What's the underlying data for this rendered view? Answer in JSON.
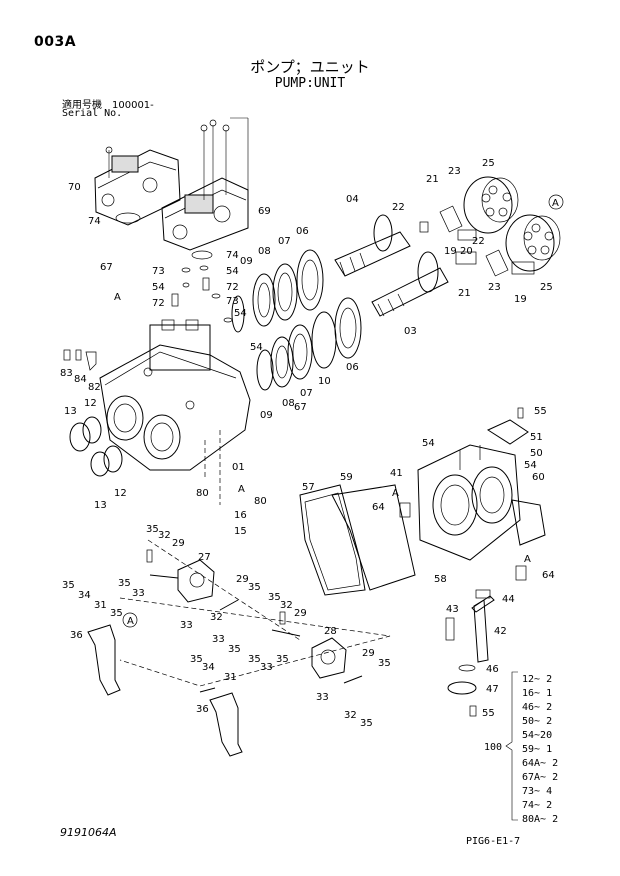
{
  "header": {
    "page_code": "003A",
    "title_jp": "ポンプ；ユニット",
    "title_en": "PUMP:UNIT",
    "serial_label_jp": "適用号機　100001-",
    "serial_label_en": "Serial No."
  },
  "footer": {
    "drawing_number": "9191064A",
    "page_ref": "PIG6-E1-7"
  },
  "callouts": {
    "c70": "70",
    "c74a": "74",
    "c69": "69",
    "c74b": "74",
    "c73a": "73",
    "c54a": "54",
    "c72a": "72",
    "c72b": "72",
    "c73b": "73",
    "c54b": "54",
    "c67a": "67",
    "cA1": "A",
    "c83": "83",
    "c84": "84",
    "c82": "82",
    "c13a": "13",
    "c12a": "12",
    "c13b": "13",
    "c12b": "12",
    "c08a": "08",
    "c07a": "07",
    "c06a": "06",
    "c04": "04",
    "c09a": "09",
    "c54c": "54",
    "c09b": "09",
    "c08b": "08",
    "c07b": "07",
    "c10": "10",
    "c06b": "06",
    "c03": "03",
    "c22a": "22",
    "c21a": "21",
    "c23a": "23",
    "c25a": "25",
    "cA2": "A",
    "c19a": "19",
    "c22b": "22",
    "c20": "20",
    "c21b": "21",
    "c23b": "23",
    "c19b": "19",
    "c25b": "25",
    "c67b": "67",
    "c01": "01",
    "cA3": "A",
    "c80a": "80",
    "c80b": "80",
    "c16": "16",
    "c15": "15",
    "c55a": "55",
    "c51": "51",
    "c54d": "54",
    "c50": "50",
    "c54e": "54",
    "c60": "60",
    "c41": "41",
    "c59": "59",
    "c57": "57",
    "cA4": "A",
    "c64a": "64",
    "c58": "58",
    "cA5": "A",
    "c64b": "64",
    "c44": "44",
    "c43": "43",
    "c42": "42",
    "c46": "46",
    "c47": "47",
    "c55b": "55",
    "c35a": "35",
    "c32a": "32",
    "c29a": "29",
    "c27": "27",
    "c35b": "35",
    "c33a": "33",
    "c29b": "29",
    "c35c": "35",
    "c35d": "35",
    "c34a": "34",
    "c31a": "31",
    "c35e": "35",
    "c36a": "36",
    "cA6": "A",
    "c33b": "33",
    "c32b": "32",
    "c33c": "33",
    "c35f": "35",
    "c32c": "32",
    "c29c": "29",
    "c35g": "35",
    "c33d": "33",
    "c35h": "35",
    "c28": "28",
    "c29d": "29",
    "c35i": "35",
    "c35j": "35",
    "c34b": "34",
    "c31b": "31",
    "c36b": "36",
    "c33e": "33",
    "c32d": "32",
    "c35k": "35"
  },
  "kit": {
    "number": "100",
    "items": [
      {
        "text": "12~ 2"
      },
      {
        "text": "16~ 1"
      },
      {
        "text": "46~ 2"
      },
      {
        "text": "50~ 2"
      },
      {
        "text": "54~20"
      },
      {
        "text": "59~ 1"
      },
      {
        "text": "64A~ 2"
      },
      {
        "text": "67A~ 2"
      },
      {
        "text": "73~ 4"
      },
      {
        "text": "74~ 2"
      },
      {
        "text": "80A~ 2"
      }
    ]
  }
}
